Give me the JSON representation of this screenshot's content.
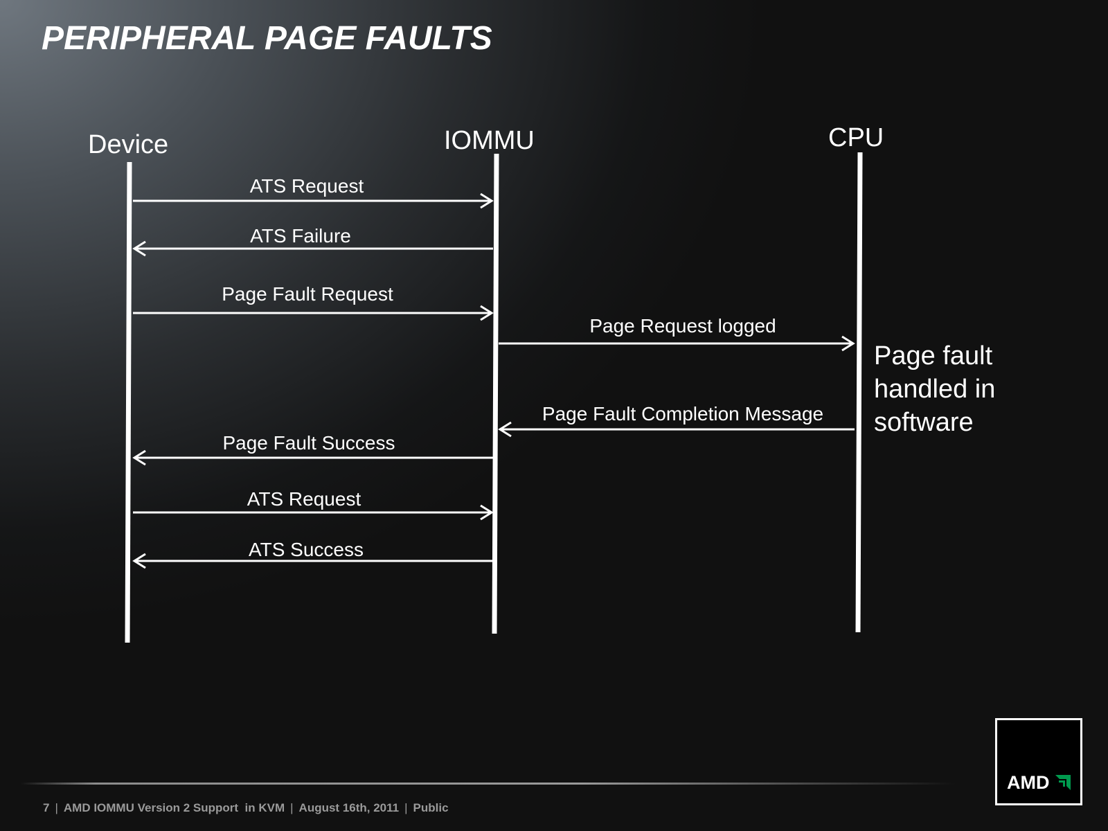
{
  "slide": {
    "title": "PERIPHERAL PAGE FAULTS"
  },
  "lanes": [
    {
      "name": "Device"
    },
    {
      "name": "IOMMU"
    },
    {
      "name": "CPU"
    }
  ],
  "messages": [
    {
      "label": "ATS Request",
      "from": "Device",
      "to": "IOMMU"
    },
    {
      "label": "ATS Failure",
      "from": "IOMMU",
      "to": "Device"
    },
    {
      "label": "Page Fault Request",
      "from": "Device",
      "to": "IOMMU"
    },
    {
      "label": "Page Request logged",
      "from": "IOMMU",
      "to": "CPU"
    },
    {
      "label": "Page Fault Completion Message",
      "from": "CPU",
      "to": "IOMMU"
    },
    {
      "label": "Page Fault Success",
      "from": "IOMMU",
      "to": "Device"
    },
    {
      "label": "ATS Request",
      "from": "Device",
      "to": "IOMMU"
    },
    {
      "label": "ATS Success",
      "from": "IOMMU",
      "to": "Device"
    }
  ],
  "note": {
    "line1": "Page fault",
    "line2": "handled in",
    "line3": "software"
  },
  "footer": {
    "page": "7",
    "presentation": "AMD IOMMU Version 2 Support  in KVM",
    "date": "August 16th, 2011",
    "classification": "Public"
  },
  "logo": {
    "text": "AMD",
    "accent_color": "#009a4e"
  },
  "colors": {
    "foreground": "#ffffff",
    "footer_text": "#9a9a9a"
  }
}
